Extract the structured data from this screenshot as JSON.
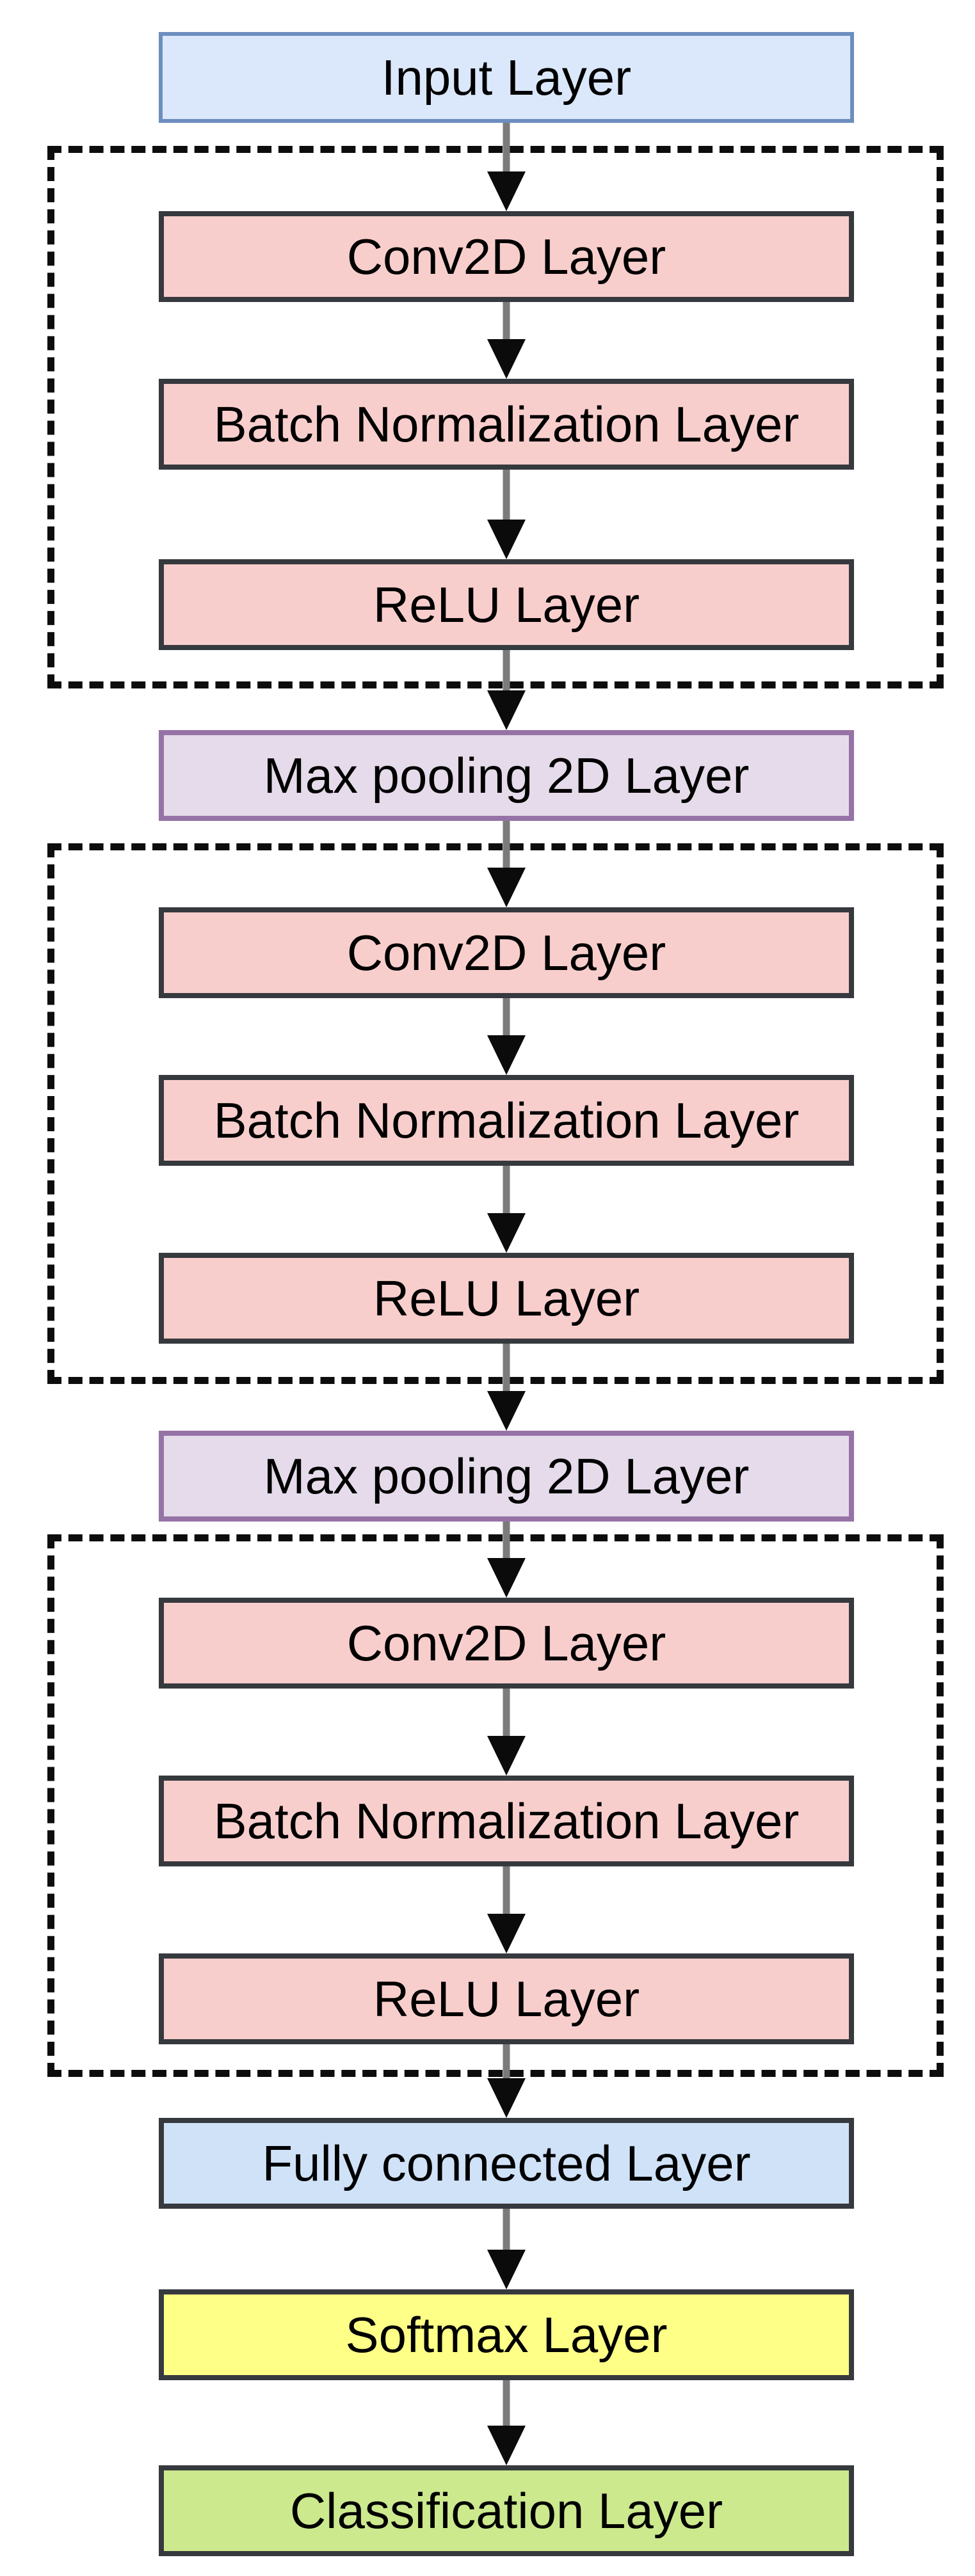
{
  "diagram": {
    "type": "flowchart",
    "background_color": "#ffffff",
    "nodes": [
      {
        "label": "Input Layer",
        "shape": "rect",
        "fill": "#dbe8fb",
        "border_color": "#6c8ebf"
      },
      {
        "label": "Conv2D Layer",
        "shape": "rect",
        "fill": "#f8cecc",
        "border_color": "#36393d"
      },
      {
        "label": "Batch Normalization Layer",
        "shape": "rect",
        "fill": "#f8cecc",
        "border_color": "#36393d"
      },
      {
        "label": "ReLU Layer",
        "shape": "rect",
        "fill": "#f8cecc",
        "border_color": "#36393d"
      },
      {
        "label": "Max pooling 2D Layer",
        "shape": "rect",
        "fill": "#e5dbea",
        "border_color": "#9673a6"
      },
      {
        "label": "Conv2D Layer",
        "shape": "rect",
        "fill": "#f8cecc",
        "border_color": "#36393d"
      },
      {
        "label": "Batch Normalization Layer",
        "shape": "rect",
        "fill": "#f8cecc",
        "border_color": "#36393d"
      },
      {
        "label": "ReLU Layer",
        "shape": "rect",
        "fill": "#f8cecc",
        "border_color": "#36393d"
      },
      {
        "label": "Max pooling 2D Layer",
        "shape": "rect",
        "fill": "#e5dbea",
        "border_color": "#9673a6"
      },
      {
        "label": "Conv2D Layer",
        "shape": "rect",
        "fill": "#f8cecc",
        "border_color": "#36393d"
      },
      {
        "label": "Batch Normalization Layer",
        "shape": "rect",
        "fill": "#f8cecc",
        "border_color": "#36393d"
      },
      {
        "label": "ReLU Layer",
        "shape": "rect",
        "fill": "#f8cecc",
        "border_color": "#36393d"
      },
      {
        "label": "Fully connected Layer",
        "shape": "rect",
        "fill": "#cfe2f8",
        "border_color": "#36393d"
      },
      {
        "label": "Softmax Layer",
        "shape": "rect",
        "fill": "#feff87",
        "border_color": "#36393d"
      },
      {
        "label": "Classification Layer",
        "shape": "rect",
        "fill": "#cce98e",
        "border_color": "#36393d"
      }
    ],
    "groups": [
      {
        "style": "dashed",
        "border_color": "#0d0d0d",
        "contains": [
          "Conv2D Layer",
          "Batch Normalization Layer",
          "ReLU Layer"
        ]
      },
      {
        "style": "dashed",
        "border_color": "#0d0d0d",
        "contains": [
          "Conv2D Layer",
          "Batch Normalization Layer",
          "ReLU Layer"
        ]
      },
      {
        "style": "dashed",
        "border_color": "#0d0d0d",
        "contains": [
          "Conv2D Layer",
          "Batch Normalization Layer",
          "ReLU Layer"
        ]
      }
    ],
    "arrows": {
      "count": 14,
      "direction": "down",
      "shaft_color": "#7b7b7b",
      "head_color": "#0b0b0b",
      "connections": "each node connects to the next node in sequence"
    }
  }
}
